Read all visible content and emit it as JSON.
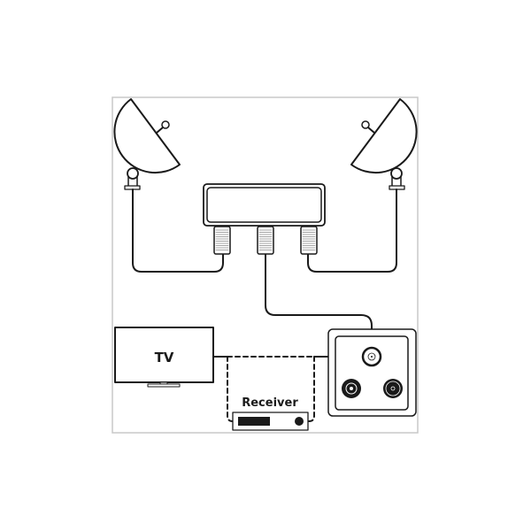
{
  "diagram": {
    "labels": {
      "tv": "TV",
      "receiver": "Receiver"
    },
    "colors": {
      "line": "#1a1a1a",
      "frame": "#c8c8c8",
      "background": "#ffffff"
    },
    "components": [
      "satellite-dish-left",
      "satellite-dish-right",
      "splitter",
      "tv",
      "receiver",
      "wall-socket"
    ]
  }
}
